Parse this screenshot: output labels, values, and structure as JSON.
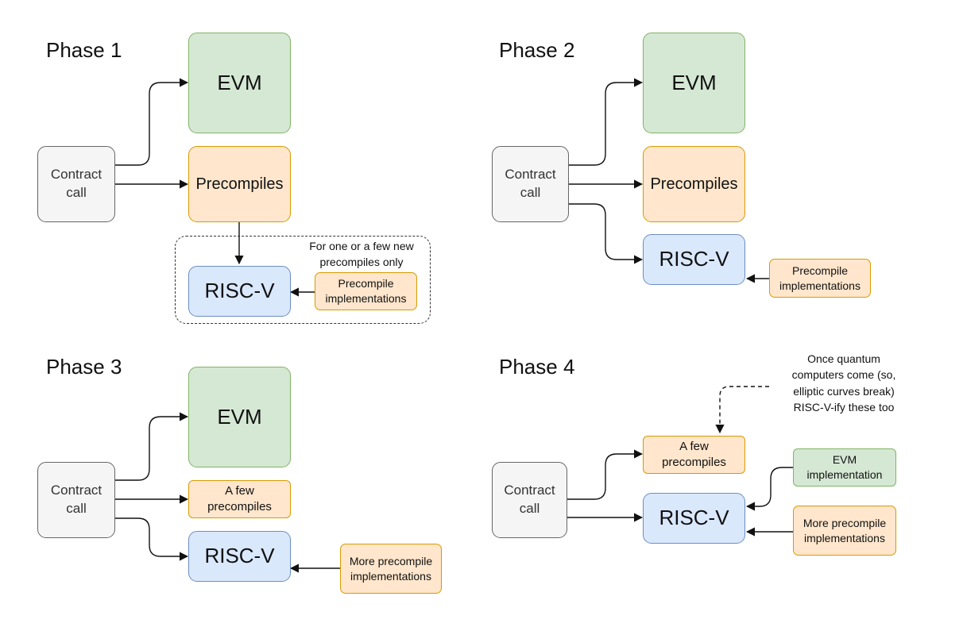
{
  "phases": [
    {
      "title": "Phase 1",
      "contract": "Contract\ncall",
      "evm": "EVM",
      "precompiles": "Precompiles",
      "riscv": "RISC-V",
      "note": "For one or a few new\nprecompiles only",
      "impl": "Precompile\nimplementations"
    },
    {
      "title": "Phase 2",
      "contract": "Contract\ncall",
      "evm": "EVM",
      "precompiles": "Precompiles",
      "riscv": "RISC-V",
      "impl": "Precompile\nimplementations"
    },
    {
      "title": "Phase 3",
      "contract": "Contract\ncall",
      "evm": "EVM",
      "precompiles": "A few\nprecompiles",
      "riscv": "RISC-V",
      "impl": "More precompile\nimplementations"
    },
    {
      "title": "Phase 4",
      "contract": "Contract\ncall",
      "precompiles": "A few\nprecompiles",
      "riscv": "RISC-V",
      "evm_impl": "EVM\nimplementation",
      "impl": "More precompile\nimplementations",
      "note": "Once quantum\ncomputers come (so,\nelliptic curves break)\nRISC-V-ify these too"
    }
  ],
  "colors": {
    "gray_fill": "#f5f5f5",
    "gray_stroke": "#666666",
    "green_fill": "#d5e8d4",
    "green_stroke": "#82b366",
    "orange_fill": "#ffe6cc",
    "orange_stroke": "#d79b00",
    "blue_fill": "#dae8fc",
    "blue_stroke": "#6c8ebf",
    "connector": "#111111"
  }
}
